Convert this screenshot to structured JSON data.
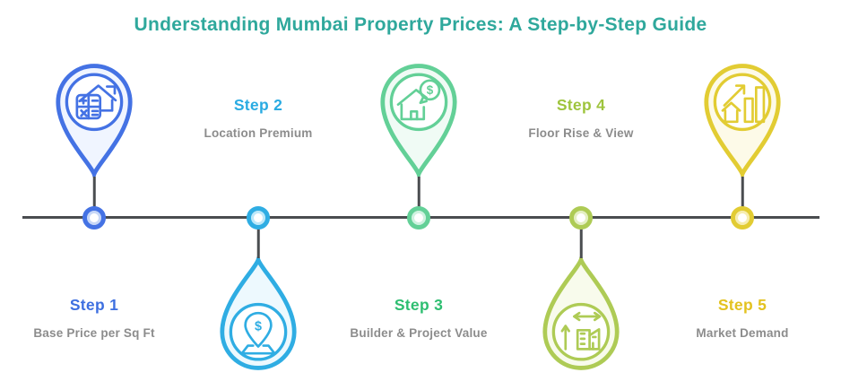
{
  "title": "Understanding Mumbai Property Prices: A Step-by-Step Guide",
  "title_color": "#2FA89C",
  "timeline": {
    "line_color": "#4a4d50",
    "sublabel_color": "#8c8c8c"
  },
  "steps": [
    {
      "label": "Step 1",
      "sublabel": "Base Price per Sq Ft",
      "position": "above",
      "icon": "house-calculator-icon",
      "label_color": "#3d6fe0",
      "pin_color": "#4472e4",
      "tint_color": "#c7d7f7",
      "fill_color": "#f0f5ff"
    },
    {
      "label": "Step 2",
      "sublabel": "Location Premium",
      "position": "below",
      "icon": "location-pin-dollar-icon",
      "label_color": "#29abe2",
      "pin_color": "#2fade3",
      "tint_color": "#bde8f9",
      "fill_color": "#edf9fe"
    },
    {
      "label": "Step 3",
      "sublabel": "Builder & Project Value",
      "position": "above",
      "icon": "house-dollar-icon",
      "label_color": "#2ebe71",
      "pin_color": "#63d097",
      "tint_color": "#cff2e0",
      "fill_color": "#f0fbf5"
    },
    {
      "label": "Step 4",
      "sublabel": "Floor Rise & View",
      "position": "below",
      "icon": "building-measure-icon",
      "label_color": "#9ec43d",
      "pin_color": "#aecb55",
      "tint_color": "#e4efc2",
      "fill_color": "#f8fbec"
    },
    {
      "label": "Step 5",
      "sublabel": "Market Demand",
      "position": "above",
      "icon": "growth-chart-icon",
      "label_color": "#e3c21f",
      "pin_color": "#e2cc33",
      "tint_color": "#f6edb0",
      "fill_color": "#fdfae8"
    }
  ]
}
